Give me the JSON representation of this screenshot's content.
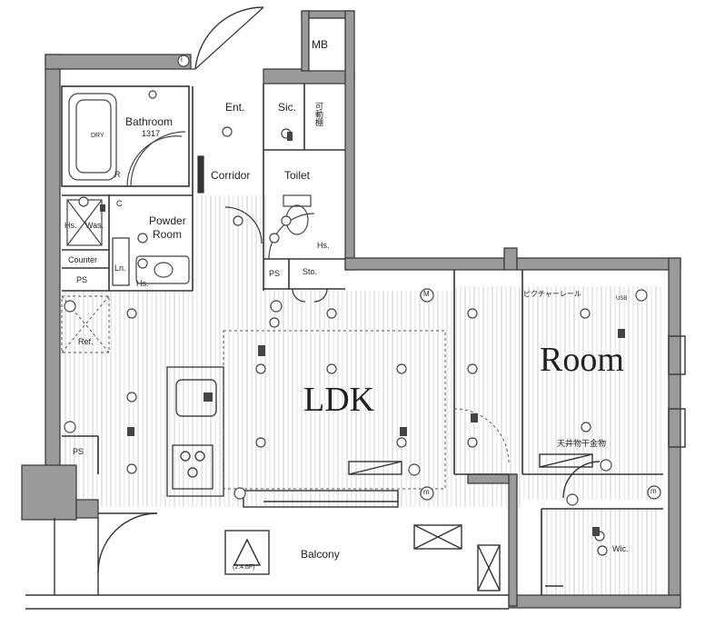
{
  "rooms": {
    "mb": "MB",
    "ent": "Ent.",
    "sic": "Sic.",
    "storage_vertical": "可動棚",
    "bathroom": "Bathroom",
    "bath_size": "1317",
    "dry": "DRY",
    "corridor": "Corridor",
    "toilet": "Toilet",
    "powder_room_1": "Powder",
    "powder_room_2": "Room",
    "hs": "Hs.",
    "was": "Was.",
    "counter": "Counter",
    "ps": "PS",
    "ln": "Ln.",
    "sto": "Sto.",
    "ref": "Ref.",
    "ldk": "LDK",
    "room": "Room",
    "picture_rail": "ピクチャーレール",
    "ceiling_hardware": "天井物干金物",
    "balcony": "Balcony",
    "outdoor_unit": "(2.4.6F)",
    "wic": "Wic.",
    "symbol_m": "M",
    "symbol_m_small": "m",
    "symbol_c": "C",
    "symbol_r": "R",
    "symbol_i": "i",
    "usb": "USB"
  },
  "colors": {
    "wall": "#9a9a9a",
    "wall_edge": "#333333",
    "line": "#444444",
    "floor_stripe": "#d0d0d0"
  }
}
